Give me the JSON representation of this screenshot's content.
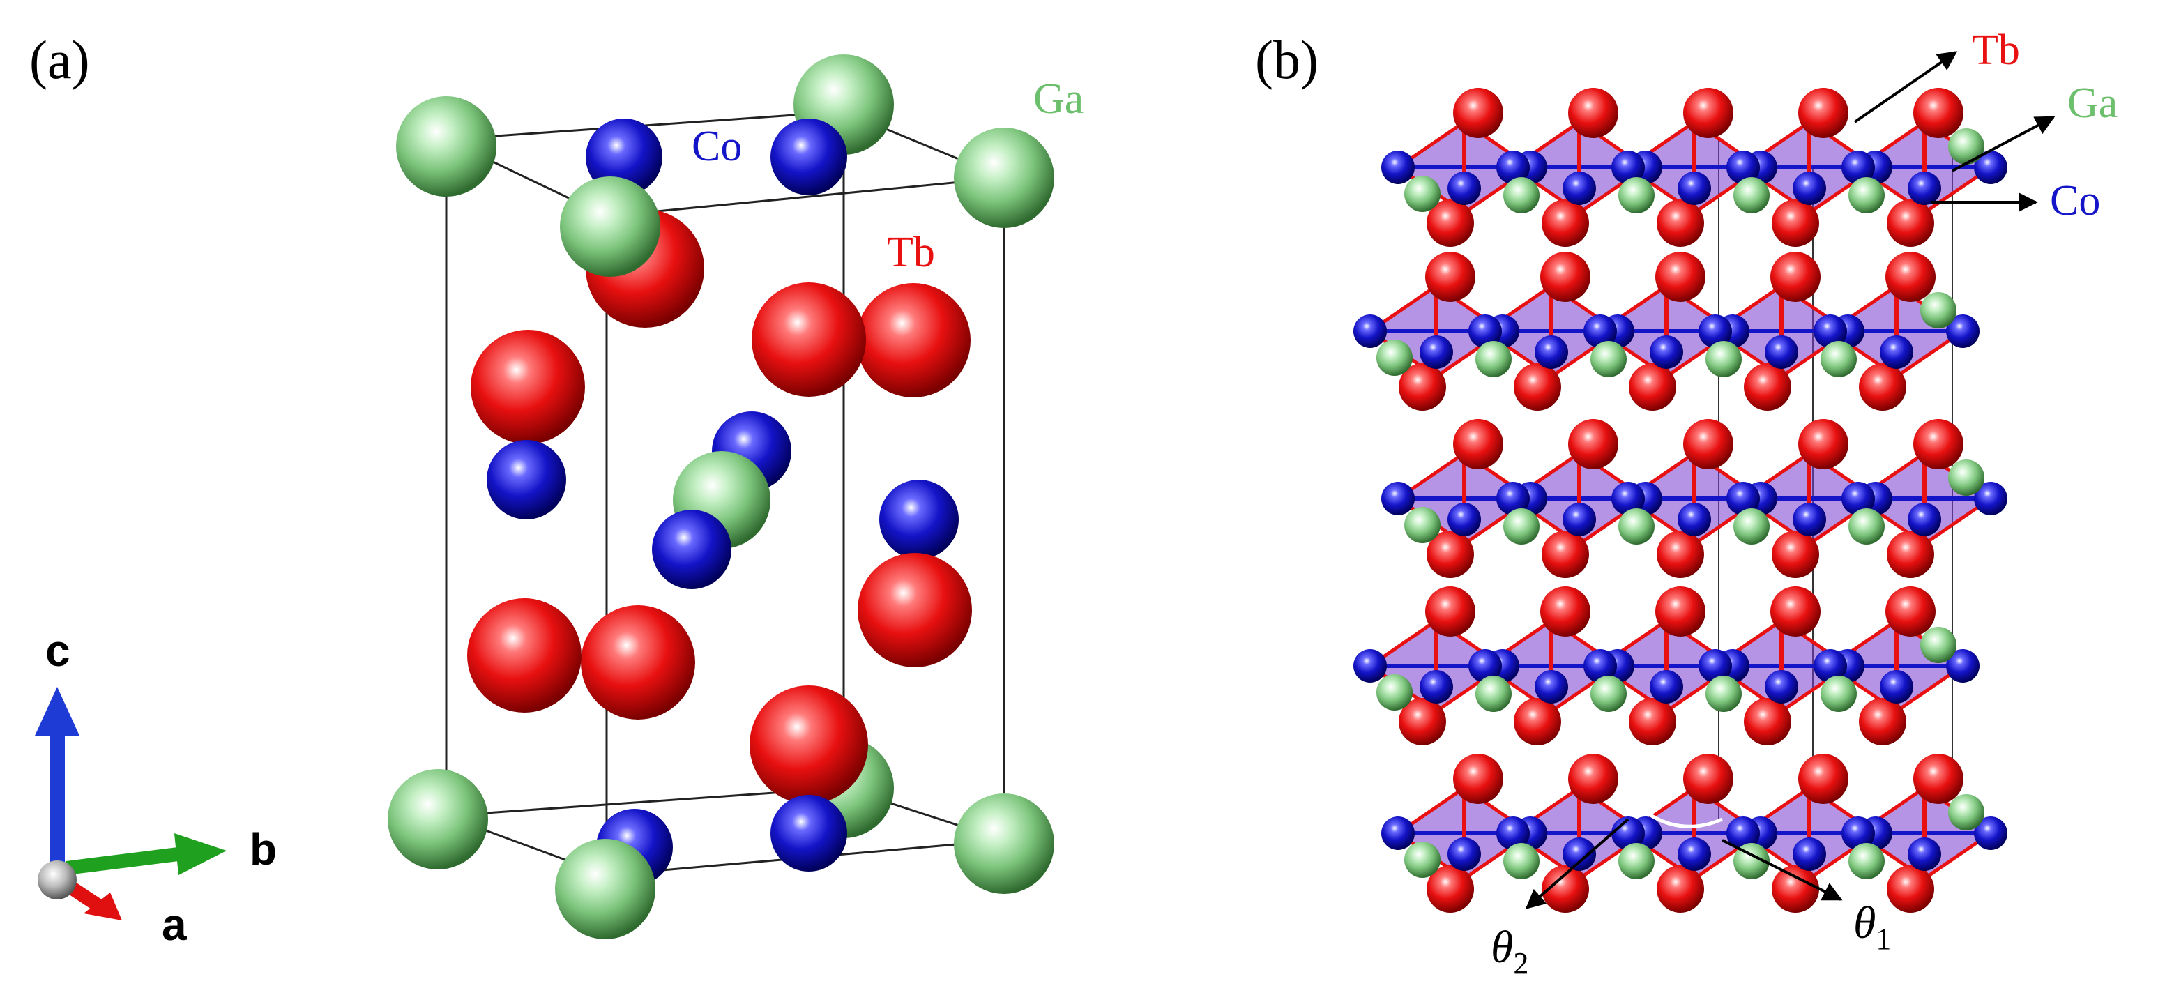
{
  "panel_a": {
    "label": "(a)",
    "atoms": {
      "co": "Co",
      "tb": "Tb",
      "ga": "Ga"
    },
    "axes": {
      "c": "c",
      "b": "b",
      "a": "a"
    }
  },
  "panel_b": {
    "label": "(b)",
    "atoms": {
      "tb": "Tb",
      "ga": "Ga",
      "co": "Co"
    },
    "angles": {
      "theta2_base": "θ",
      "theta2_sub": "2",
      "theta1_base": "θ",
      "theta1_sub": "1"
    }
  },
  "colors": {
    "tb": "#e81010",
    "co": "#1414c8",
    "ga": "#7cc47c",
    "octahedron": "#7a3ccf",
    "axis_c": "#1f3bd6",
    "axis_b": "#1fa11f",
    "axis_a": "#e01010"
  }
}
